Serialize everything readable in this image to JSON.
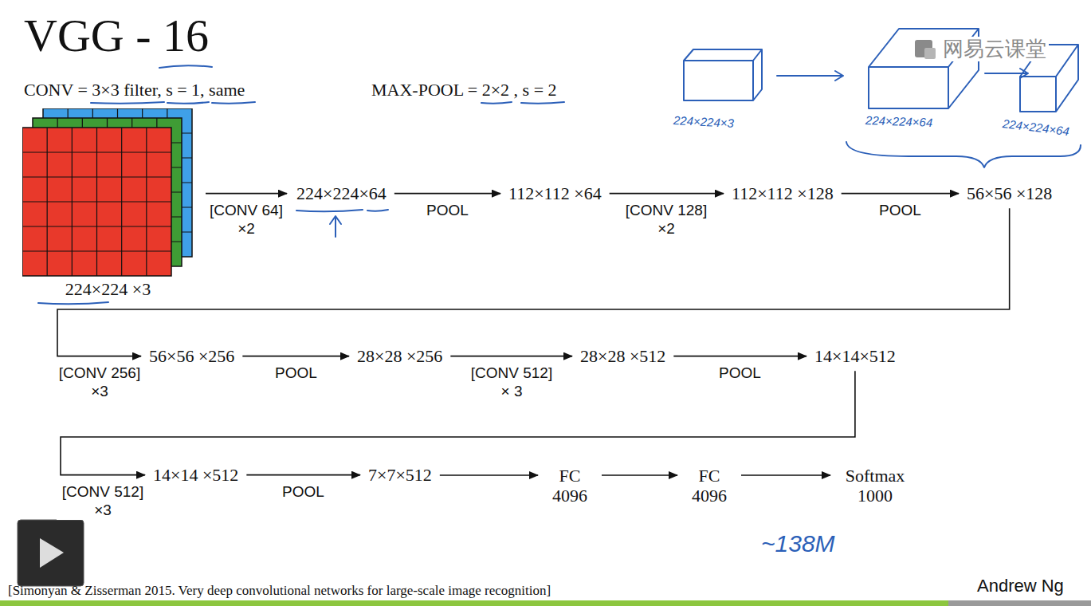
{
  "diagram": {
    "title": "VGG - 16",
    "nodes": [
      {
        "text": [
          "224×224 ×3"
        ]
      },
      {
        "text": [
          "224×224×64"
        ]
      },
      {
        "text": [
          "112×112 ×64"
        ]
      },
      {
        "text": [
          "112×112 ×128"
        ]
      },
      {
        "text": [
          "56×56 ×128"
        ]
      },
      {
        "text": [
          "56×56 ×256"
        ]
      },
      {
        "text": [
          "28×28 ×256"
        ]
      },
      {
        "text": [
          "28×28 ×512"
        ]
      },
      {
        "text": [
          "14×14×512"
        ]
      },
      {
        "text": [
          "14×14 ×512"
        ]
      },
      {
        "text": [
          "7×7×512"
        ]
      },
      {
        "text": [
          "FC 4096"
        ]
      },
      {
        "text": [
          "FC 4096"
        ]
      },
      {
        "text": [
          "Softmax 1000"
        ]
      }
    ],
    "edges": [
      {
        "from": 0,
        "to": 1,
        "arrow": "to",
        "label": "[CONV 64] ×2"
      },
      {
        "from": 1,
        "to": 2,
        "arrow": "to",
        "label": "POOL"
      },
      {
        "from": 2,
        "to": 3,
        "arrow": "to",
        "label": "[CONV 128] ×2"
      },
      {
        "from": 3,
        "to": 4,
        "arrow": "to",
        "label": "POOL"
      },
      {
        "from": 4,
        "to": 5,
        "arrow": "to",
        "label": "[CONV 256] ×3"
      },
      {
        "from": 5,
        "to": 6,
        "arrow": "to",
        "label": "POOL"
      },
      {
        "from": 6,
        "to": 7,
        "arrow": "to",
        "label": "[CONV 512] × 3"
      },
      {
        "from": 7,
        "to": 8,
        "arrow": "to",
        "label": "POOL"
      },
      {
        "from": 8,
        "to": 9,
        "arrow": "to",
        "label": "[CONV 512] ×3"
      },
      {
        "from": 9,
        "to": 10,
        "arrow": "to",
        "label": "POOL"
      },
      {
        "from": 10,
        "to": 11,
        "arrow": "to"
      },
      {
        "from": 11,
        "to": 12,
        "arrow": "to"
      },
      {
        "from": 12,
        "to": 13,
        "arrow": "to"
      }
    ],
    "labels": [
      "CONV = 3×3 filter, s = 1, same",
      "MAX-POOL = 2×2 , s = 2",
      "网易云课堂",
      "224×224×3",
      "224×224×64",
      "224×224×64",
      "~138M",
      "[Simonyan & Zisserman 2015. Very deep convolutional networks for large-scale image recognition]",
      "Andrew Ng"
    ]
  }
}
